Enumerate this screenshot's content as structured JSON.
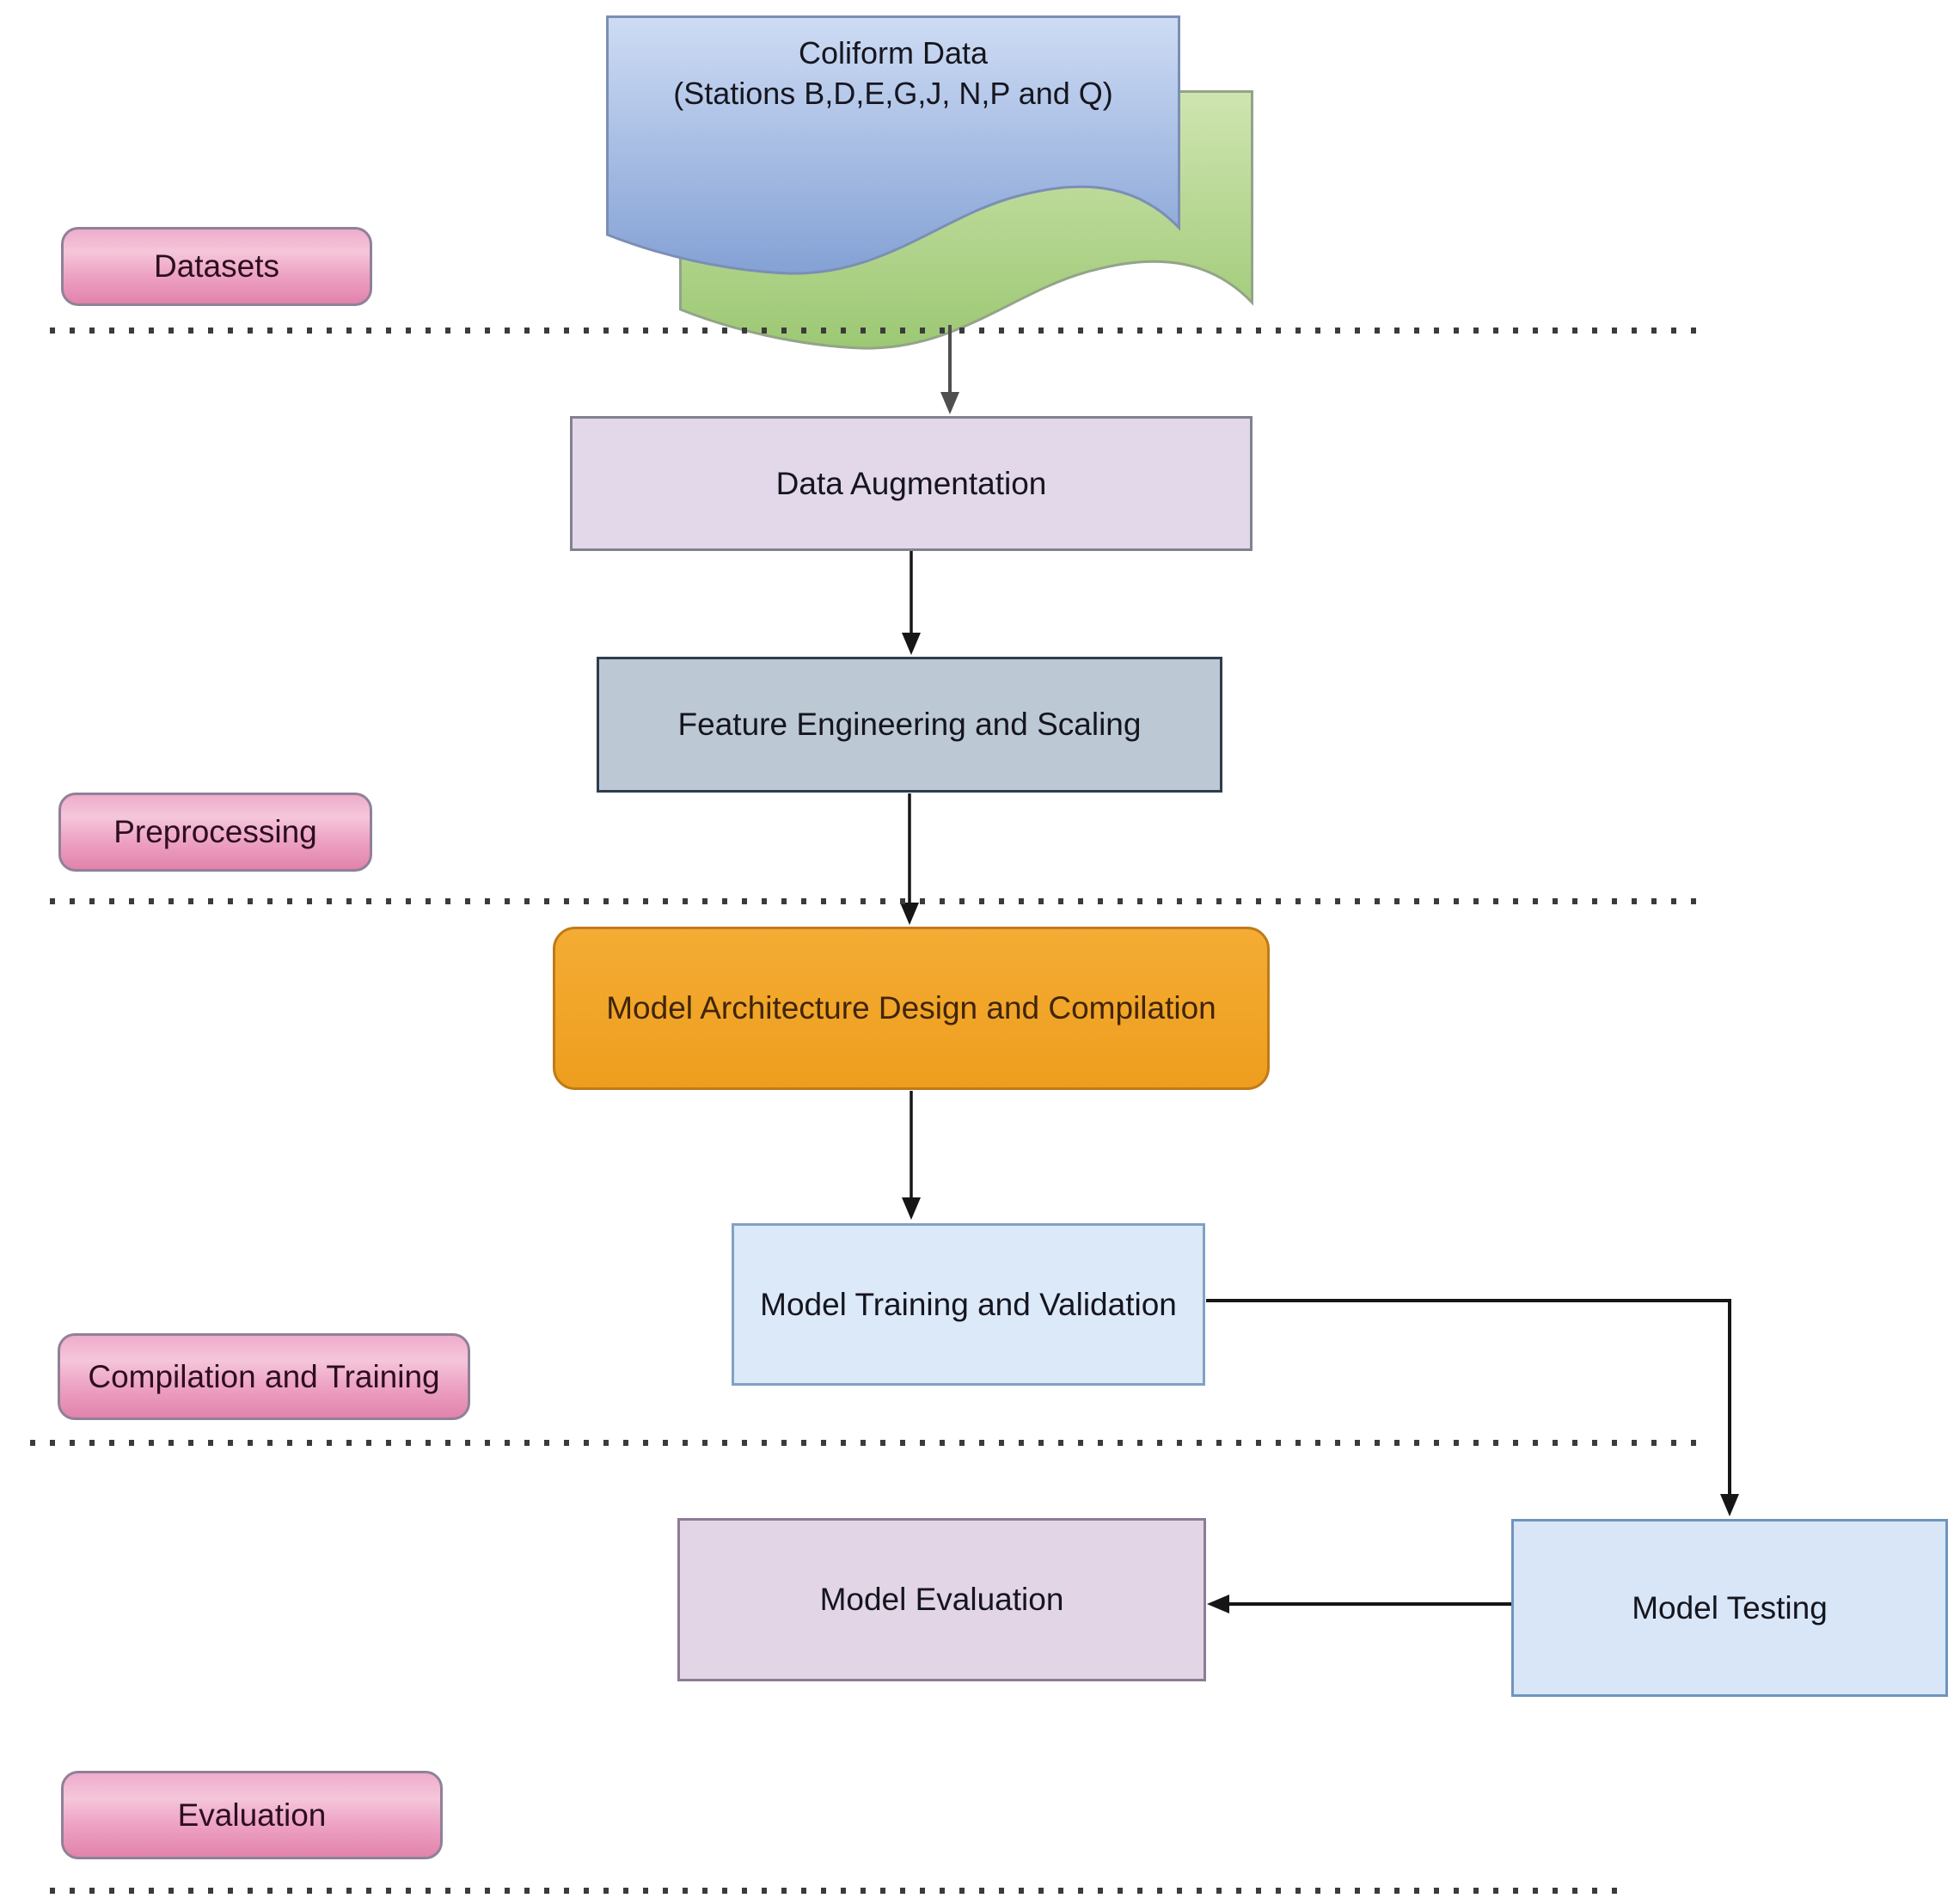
{
  "document_node": {
    "line1": "Coliform Data",
    "line2": "(Stations B,D,E,G,J, N,P and Q)"
  },
  "stages": [
    {
      "label": "Datasets"
    },
    {
      "label": "Preprocessing"
    },
    {
      "label": "Compilation and Training"
    },
    {
      "label": "Evaluation"
    }
  ],
  "nodes": [
    {
      "label": "Data Augmentation"
    },
    {
      "label": "Feature Engineering and Scaling"
    },
    {
      "label": "Model Architecture Design and Compilation"
    },
    {
      "label": "Model Training and Validation"
    },
    {
      "label": "Model Testing"
    },
    {
      "label": "Model Evaluation"
    }
  ],
  "colors": {
    "document_blue_top": "#cedcf4",
    "document_blue_bottom": "#84a1d5",
    "document_green_top": "#cfe5b0",
    "document_green_bottom": "#9cc873",
    "stage_label_top": "#f5c6da",
    "stage_label_bottom": "#e283ac",
    "data_augmentation_fill": "#e3d8e9",
    "feature_engineering_fill": "#bcc9d4",
    "model_architecture_fill": "#ee9e1e",
    "model_training_fill": "#dce9f9",
    "model_testing_fill": "#d8e6f7",
    "model_evaluation_fill": "#e2d5e5",
    "arrow": "#161616",
    "separator_dot": "#3b3b3b"
  }
}
